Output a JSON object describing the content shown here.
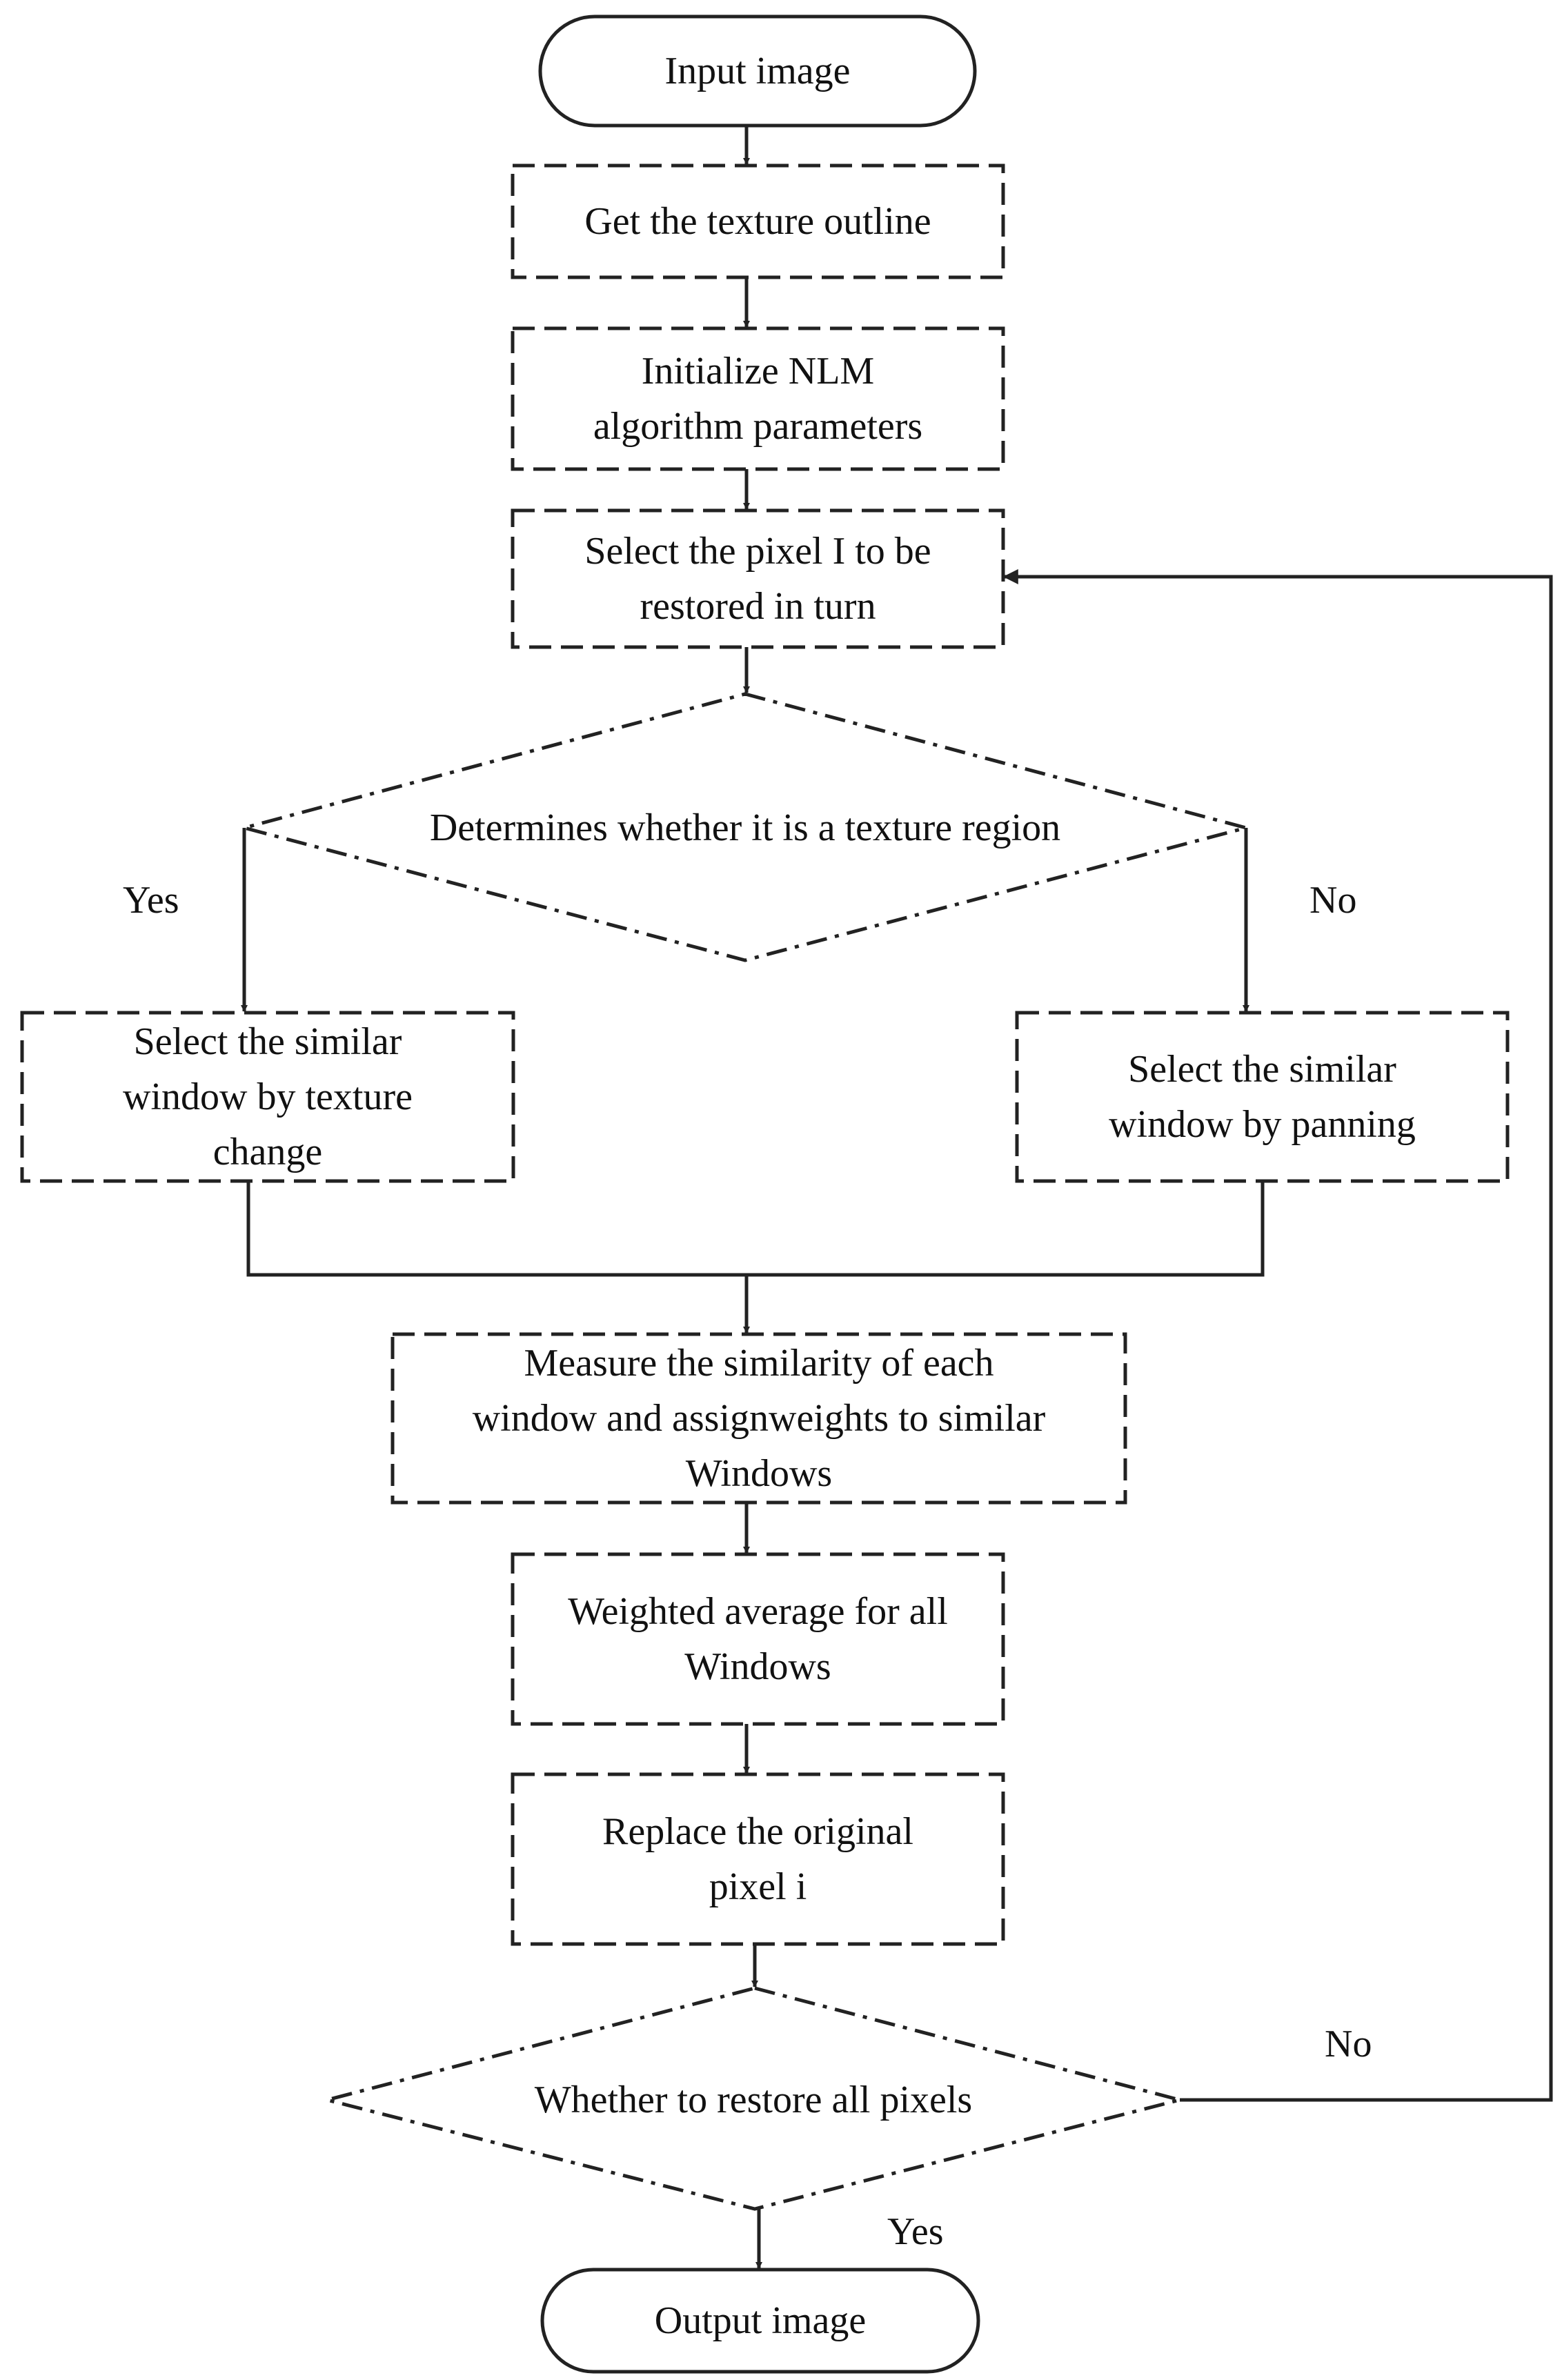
{
  "nodes": {
    "input": {
      "lines": [
        "Input image"
      ]
    },
    "texture_outline": {
      "lines": [
        "Get the texture outline"
      ]
    },
    "init_params": {
      "lines": [
        "Initialize NLM",
        "algorithm parameters"
      ]
    },
    "select_pixel": {
      "lines": [
        "Select the pixel I to be",
        "restored in turn"
      ]
    },
    "texture_decision": {
      "lines": [
        "Determines whether it is a texture region"
      ]
    },
    "texture_change": {
      "lines": [
        "Select the similar",
        "window by texture",
        "change"
      ]
    },
    "panning": {
      "lines": [
        "Select the similar",
        "window by panning"
      ]
    },
    "measure": {
      "lines": [
        "Measure the similarity of each",
        "window and assignweights to similar",
        "Windows"
      ]
    },
    "weighted_avg": {
      "lines": [
        "Weighted average for all",
        "Windows"
      ]
    },
    "replace": {
      "lines": [
        "Replace the original",
        "pixel i"
      ]
    },
    "restore_decision": {
      "lines": [
        "Whether to restore all pixels"
      ]
    },
    "output": {
      "lines": [
        "Output image"
      ]
    }
  },
  "edge_labels": {
    "texture_yes": "Yes",
    "texture_no": "No",
    "restore_no": "No",
    "restore_yes": "Yes"
  },
  "colors": {
    "stroke": "#222222",
    "text": "#111111",
    "background": "#ffffff"
  }
}
